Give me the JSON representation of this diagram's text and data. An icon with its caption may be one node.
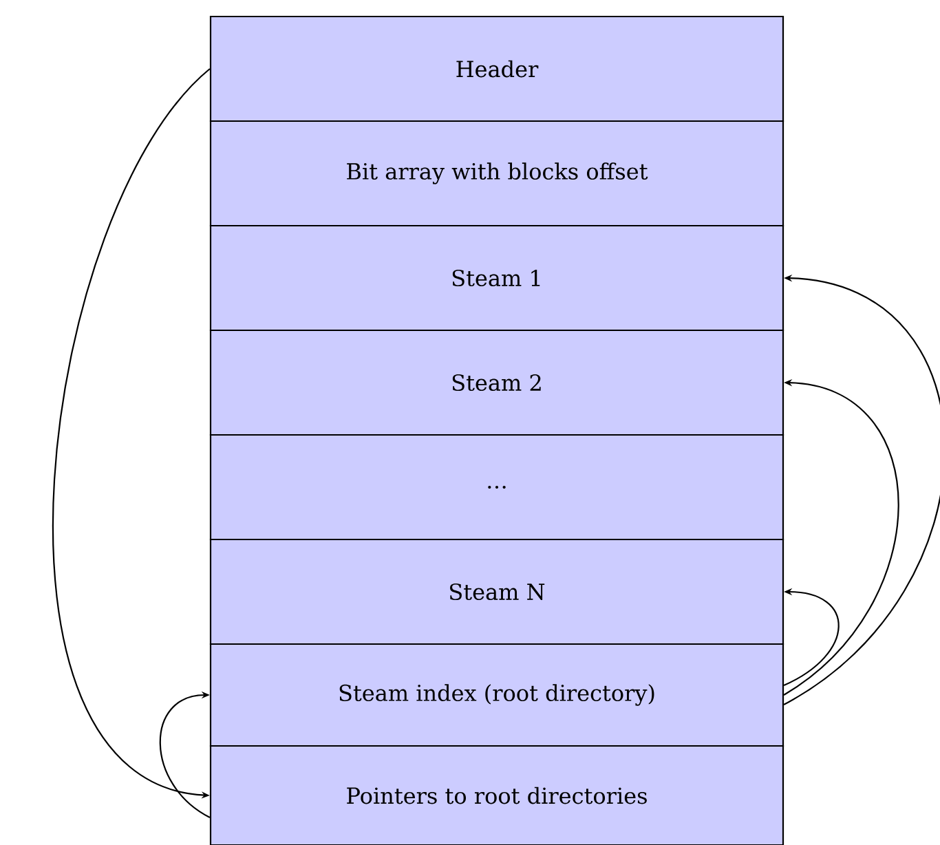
{
  "diagram": {
    "nodes": [
      {
        "text": [
          "Header"
        ]
      },
      {
        "text": [
          "Bit array with blocks offset"
        ]
      },
      {
        "text": [
          "Steam 1"
        ]
      },
      {
        "text": [
          "Steam 2"
        ]
      },
      {
        "text": [
          "…"
        ]
      },
      {
        "text": [
          "Steam N"
        ]
      },
      {
        "text": [
          "Steam index (root directory)"
        ]
      },
      {
        "text": [
          "Pointers to root directories"
        ]
      }
    ],
    "edges": [
      {
        "from": 0,
        "to": 7,
        "arrow": "to"
      },
      {
        "from": 7,
        "to": 6,
        "arrow": "to"
      },
      {
        "from": 6,
        "to": 2,
        "arrow": "to"
      },
      {
        "from": 6,
        "to": 3,
        "arrow": "to"
      },
      {
        "from": 6,
        "to": 5,
        "arrow": "to"
      }
    ]
  }
}
